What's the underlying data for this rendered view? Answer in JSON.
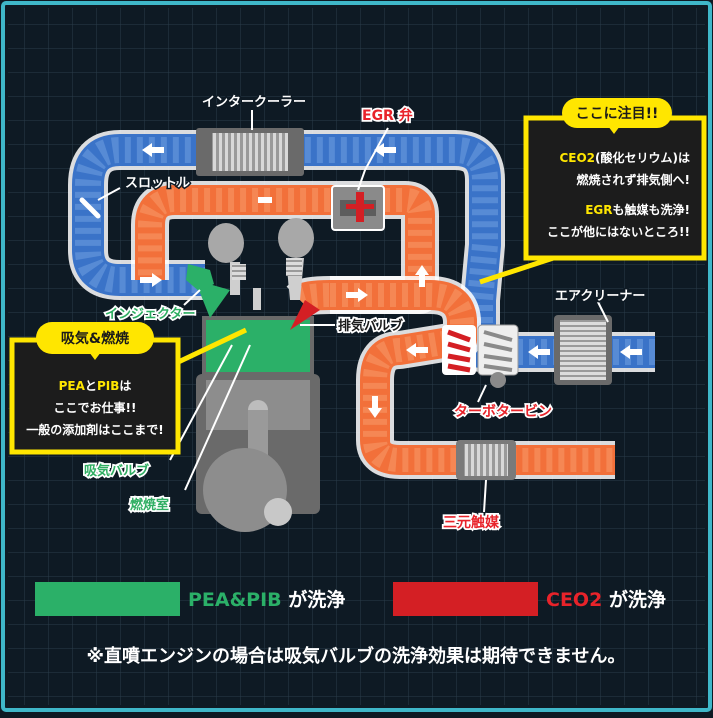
{
  "labels": {
    "intercooler": "インタークーラー",
    "egr_valve": "EGR 弁",
    "throttle": "スロットル",
    "injector": "インジェクター",
    "exhaust_valve": "排気バルブ",
    "intake_valve": "吸気バルブ",
    "combustion_chamber": "燃焼室",
    "air_cleaner": "エアクリーナー",
    "turbine": "ターボタービン",
    "catalyst": "三元触媒"
  },
  "callout_right": {
    "title": "ここに注目!!",
    "line1_y": "CEO2",
    "line1_w": "(酸化セリウム)は",
    "line2": "燃焼されず排気側へ!",
    "line3_y": "EGR",
    "line3_w": "も触媒も洗浄!",
    "line4": "ここが他にはないところ!!"
  },
  "callout_left": {
    "title": "吸気&燃焼",
    "line1_y1": "PEA",
    "line1_w1": "と",
    "line1_y2": "PIB",
    "line1_w2": "は",
    "line2": "ここでお仕事!!",
    "line3": "一般の添加剤はここまで!"
  },
  "legend": {
    "green_text_colored": "PEA&PIB",
    "green_text_plain": " が洗浄",
    "red_text_colored": "CEO2",
    "red_text_plain": " が洗浄",
    "green_color": "#2bb068",
    "red_color": "#d41f24"
  },
  "footnote": "※直噴エンジンの場合は吸気バルブの洗浄効果は期待できません。",
  "colors": {
    "intake_pipe": "#3a73c8",
    "exhaust_pipe": "#f2703a",
    "highlight_yellow": "#ffe600",
    "background": "#0e1a24"
  }
}
